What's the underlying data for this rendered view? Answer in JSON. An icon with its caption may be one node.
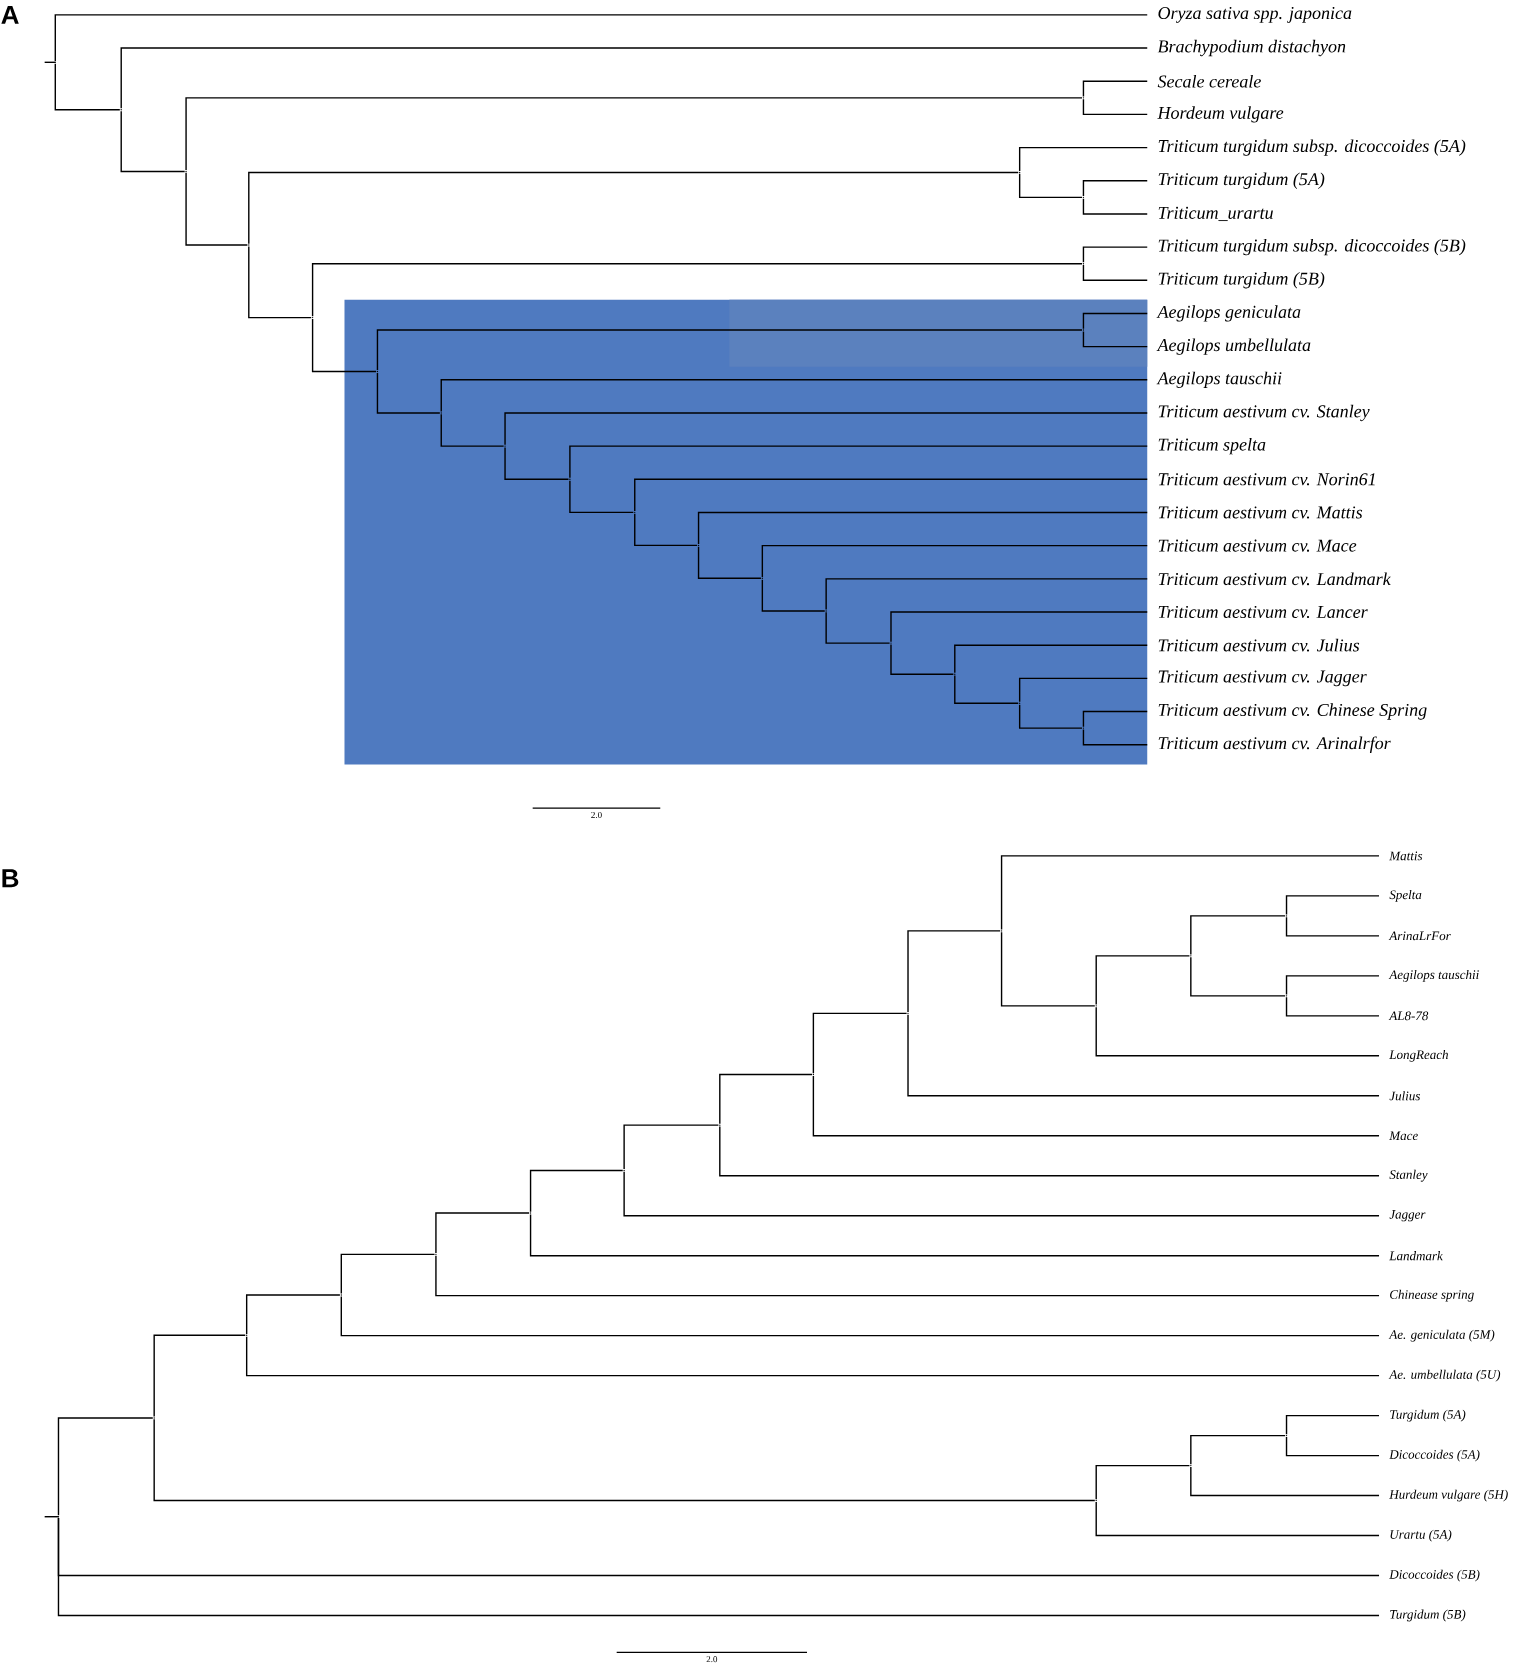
{
  "diagram": {
    "nodes": [
      {
        "text": [],
        "shape": "point"
      },
      {
        "text": [],
        "shape": "point"
      },
      {
        "text": [],
        "shape": "point"
      },
      {
        "text": [],
        "shape": "point"
      },
      {
        "text": [],
        "shape": "point"
      },
      {
        "text": [],
        "shape": "point"
      },
      {
        "text": [],
        "shape": "point"
      },
      {
        "text": [],
        "shape": "point"
      },
      {
        "text": [],
        "shape": "point"
      },
      {
        "text": [],
        "shape": "point"
      },
      {
        "text": [],
        "shape": "point"
      },
      {
        "text": [],
        "shape": "point"
      },
      {
        "text": [],
        "shape": "point"
      },
      {
        "text": [],
        "shape": "point"
      },
      {
        "text": [],
        "shape": "point"
      },
      {
        "text": [],
        "shape": "point"
      },
      {
        "text": [],
        "shape": "point"
      },
      {
        "text": [],
        "shape": "point"
      },
      {
        "text": [],
        "shape": "point"
      },
      {
        "text": [],
        "shape": "point"
      },
      {
        "text": [],
        "shape": "point"
      },
      {
        "text": [],
        "shape": "point"
      },
      {
        "text": [
          "Oryza sativa spp. japonica"
        ]
      },
      {
        "text": [
          "Brachypodium distachyon"
        ]
      },
      {
        "text": [
          "Secale cereale"
        ]
      },
      {
        "text": [
          "Hordeum vulgare"
        ]
      },
      {
        "text": [
          "Triticum turgidum subsp. dicoccoides (5A)"
        ]
      },
      {
        "text": [
          "Triticum turgidum (5A)"
        ]
      },
      {
        "text": [
          "Triticum_urartu"
        ]
      },
      {
        "text": [
          "Triticum turgidum subsp. dicoccoides (5B)"
        ]
      },
      {
        "text": [
          "Triticum turgidum (5B)"
        ]
      },
      {
        "text": [
          "Aegilops geniculata"
        ]
      },
      {
        "text": [
          "Aegilops umbellulata"
        ]
      },
      {
        "text": [
          "Aegilops tauschii"
        ]
      },
      {
        "text": [
          "Triticum aestivum cv. Stanley"
        ]
      },
      {
        "text": [
          "Triticum spelta"
        ]
      },
      {
        "text": [
          "Triticum aestivum cv. Norin61"
        ]
      },
      {
        "text": [
          "Triticum aestivum cv. Mattis"
        ]
      },
      {
        "text": [
          "Triticum aestivum cv. Mace"
        ]
      },
      {
        "text": [
          "Triticum aestivum cv. Landmark"
        ]
      },
      {
        "text": [
          "Triticum aestivum cv. Lancer"
        ]
      },
      {
        "text": [
          "Triticum aestivum cv. Julius"
        ]
      },
      {
        "text": [
          "Triticum aestivum cv. Jagger"
        ]
      },
      {
        "text": [
          "Triticum aestivum cv. Chinese Spring"
        ]
      },
      {
        "text": [
          "Triticum aestivum cv. Arinalrfor"
        ]
      },
      {
        "text": [],
        "shape": "point"
      },
      {
        "text": [],
        "shape": "point"
      },
      {
        "text": [],
        "shape": "point"
      },
      {
        "text": [],
        "shape": "point"
      },
      {
        "text": [],
        "shape": "point"
      },
      {
        "text": [],
        "shape": "point"
      },
      {
        "text": [],
        "shape": "point"
      },
      {
        "text": [],
        "shape": "point"
      },
      {
        "text": [],
        "shape": "point"
      },
      {
        "text": [],
        "shape": "point"
      },
      {
        "text": [],
        "shape": "point"
      },
      {
        "text": [],
        "shape": "point"
      },
      {
        "text": [],
        "shape": "point"
      },
      {
        "text": [],
        "shape": "point"
      },
      {
        "text": [],
        "shape": "point"
      },
      {
        "text": [],
        "shape": "point"
      },
      {
        "text": [],
        "shape": "point"
      },
      {
        "text": [],
        "shape": "point"
      },
      {
        "text": [
          "Mattis"
        ]
      },
      {
        "text": [
          "Spelta"
        ]
      },
      {
        "text": [
          "ArinaLrFor"
        ]
      },
      {
        "text": [
          "Aegilops tauschii"
        ]
      },
      {
        "text": [
          "AL8-78"
        ]
      },
      {
        "text": [
          "LongReach"
        ]
      },
      {
        "text": [
          "Julius"
        ]
      },
      {
        "text": [
          "Mace"
        ]
      },
      {
        "text": [
          "Stanley"
        ]
      },
      {
        "text": [
          "Jagger"
        ]
      },
      {
        "text": [
          "Landmark"
        ]
      },
      {
        "text": [
          "Chinease spring"
        ]
      },
      {
        "text": [
          "Ae. geniculata (5M)"
        ]
      },
      {
        "text": [
          "Ae. umbellulata (5U)"
        ]
      },
      {
        "text": [
          "Turgidum (5A)"
        ]
      },
      {
        "text": [
          "Dicoccoides (5A)"
        ]
      },
      {
        "text": [
          "Hurdeum vulgare (5H)"
        ]
      },
      {
        "text": [
          "Urartu (5A)"
        ]
      },
      {
        "text": [
          "Dicoccoides (5B)"
        ]
      },
      {
        "text": [
          "Turgidum (5B)"
        ]
      }
    ],
    "edges": [
      {
        "from": 0,
        "to": 22,
        "arrow": "none"
      },
      {
        "from": 0,
        "to": 1,
        "arrow": "none"
      },
      {
        "from": 1,
        "to": 23,
        "arrow": "none"
      },
      {
        "from": 1,
        "to": 2,
        "arrow": "none"
      },
      {
        "from": 2,
        "to": 3,
        "arrow": "none"
      },
      {
        "from": 2,
        "to": 4,
        "arrow": "none"
      },
      {
        "from": 3,
        "to": 24,
        "arrow": "none"
      },
      {
        "from": 3,
        "to": 25,
        "arrow": "none"
      },
      {
        "from": 4,
        "to": 5,
        "arrow": "none"
      },
      {
        "from": 4,
        "to": 7,
        "arrow": "none"
      },
      {
        "from": 5,
        "to": 26,
        "arrow": "none"
      },
      {
        "from": 5,
        "to": 6,
        "arrow": "none"
      },
      {
        "from": 6,
        "to": 27,
        "arrow": "none"
      },
      {
        "from": 6,
        "to": 28,
        "arrow": "none"
      },
      {
        "from": 7,
        "to": 8,
        "arrow": "none"
      },
      {
        "from": 7,
        "to": 9,
        "arrow": "none"
      },
      {
        "from": 8,
        "to": 29,
        "arrow": "none"
      },
      {
        "from": 8,
        "to": 30,
        "arrow": "none"
      },
      {
        "from": 9,
        "to": 10,
        "arrow": "none"
      },
      {
        "from": 9,
        "to": 11,
        "arrow": "none"
      },
      {
        "from": 10,
        "to": 31,
        "arrow": "none"
      },
      {
        "from": 10,
        "to": 32,
        "arrow": "none"
      },
      {
        "from": 11,
        "to": 33,
        "arrow": "none"
      },
      {
        "from": 11,
        "to": 12,
        "arrow": "none"
      },
      {
        "from": 12,
        "to": 34,
        "arrow": "none"
      },
      {
        "from": 12,
        "to": 13,
        "arrow": "none"
      },
      {
        "from": 13,
        "to": 35,
        "arrow": "none"
      },
      {
        "from": 13,
        "to": 14,
        "arrow": "none"
      },
      {
        "from": 14,
        "to": 36,
        "arrow": "none"
      },
      {
        "from": 14,
        "to": 15,
        "arrow": "none"
      },
      {
        "from": 15,
        "to": 37,
        "arrow": "none"
      },
      {
        "from": 15,
        "to": 16,
        "arrow": "none"
      },
      {
        "from": 16,
        "to": 38,
        "arrow": "none"
      },
      {
        "from": 16,
        "to": 17,
        "arrow": "none"
      },
      {
        "from": 17,
        "to": 39,
        "arrow": "none"
      },
      {
        "from": 17,
        "to": 18,
        "arrow": "none"
      },
      {
        "from": 18,
        "to": 40,
        "arrow": "none"
      },
      {
        "from": 18,
        "to": 19,
        "arrow": "none"
      },
      {
        "from": 19,
        "to": 41,
        "arrow": "none"
      },
      {
        "from": 19,
        "to": 20,
        "arrow": "none"
      },
      {
        "from": 20,
        "to": 42,
        "arrow": "none"
      },
      {
        "from": 20,
        "to": 21,
        "arrow": "none"
      },
      {
        "from": 21,
        "to": 43,
        "arrow": "none"
      },
      {
        "from": 21,
        "to": 44,
        "arrow": "none"
      },
      {
        "from": 45,
        "to": 46,
        "arrow": "none"
      },
      {
        "from": 45,
        "to": 81,
        "arrow": "none"
      },
      {
        "from": 45,
        "to": 82,
        "arrow": "none"
      },
      {
        "from": 46,
        "to": 47,
        "arrow": "none"
      },
      {
        "from": 46,
        "to": 60,
        "arrow": "none"
      },
      {
        "from": 47,
        "to": 48,
        "arrow": "none"
      },
      {
        "from": 47,
        "to": 76,
        "arrow": "none"
      },
      {
        "from": 48,
        "to": 49,
        "arrow": "none"
      },
      {
        "from": 48,
        "to": 75,
        "arrow": "none"
      },
      {
        "from": 49,
        "to": 50,
        "arrow": "none"
      },
      {
        "from": 49,
        "to": 74,
        "arrow": "none"
      },
      {
        "from": 50,
        "to": 51,
        "arrow": "none"
      },
      {
        "from": 50,
        "to": 73,
        "arrow": "none"
      },
      {
        "from": 51,
        "to": 52,
        "arrow": "none"
      },
      {
        "from": 51,
        "to": 72,
        "arrow": "none"
      },
      {
        "from": 52,
        "to": 53,
        "arrow": "none"
      },
      {
        "from": 52,
        "to": 71,
        "arrow": "none"
      },
      {
        "from": 53,
        "to": 54,
        "arrow": "none"
      },
      {
        "from": 53,
        "to": 70,
        "arrow": "none"
      },
      {
        "from": 54,
        "to": 55,
        "arrow": "none"
      },
      {
        "from": 54,
        "to": 69,
        "arrow": "none"
      },
      {
        "from": 55,
        "to": 63,
        "arrow": "none"
      },
      {
        "from": 55,
        "to": 56,
        "arrow": "none"
      },
      {
        "from": 56,
        "to": 57,
        "arrow": "none"
      },
      {
        "from": 56,
        "to": 68,
        "arrow": "none"
      },
      {
        "from": 57,
        "to": 58,
        "arrow": "none"
      },
      {
        "from": 57,
        "to": 59,
        "arrow": "none"
      },
      {
        "from": 58,
        "to": 64,
        "arrow": "none"
      },
      {
        "from": 58,
        "to": 65,
        "arrow": "none"
      },
      {
        "from": 59,
        "to": 66,
        "arrow": "none"
      },
      {
        "from": 59,
        "to": 67,
        "arrow": "none"
      },
      {
        "from": 60,
        "to": 61,
        "arrow": "none"
      },
      {
        "from": 60,
        "to": 80,
        "arrow": "none"
      },
      {
        "from": 61,
        "to": 62,
        "arrow": "none"
      },
      {
        "from": 61,
        "to": 79,
        "arrow": "none"
      },
      {
        "from": 62,
        "to": 77,
        "arrow": "none"
      },
      {
        "from": 62,
        "to": 78,
        "arrow": "none"
      }
    ],
    "labels": [
      "A",
      "2.0",
      "B",
      "2.0"
    ]
  }
}
